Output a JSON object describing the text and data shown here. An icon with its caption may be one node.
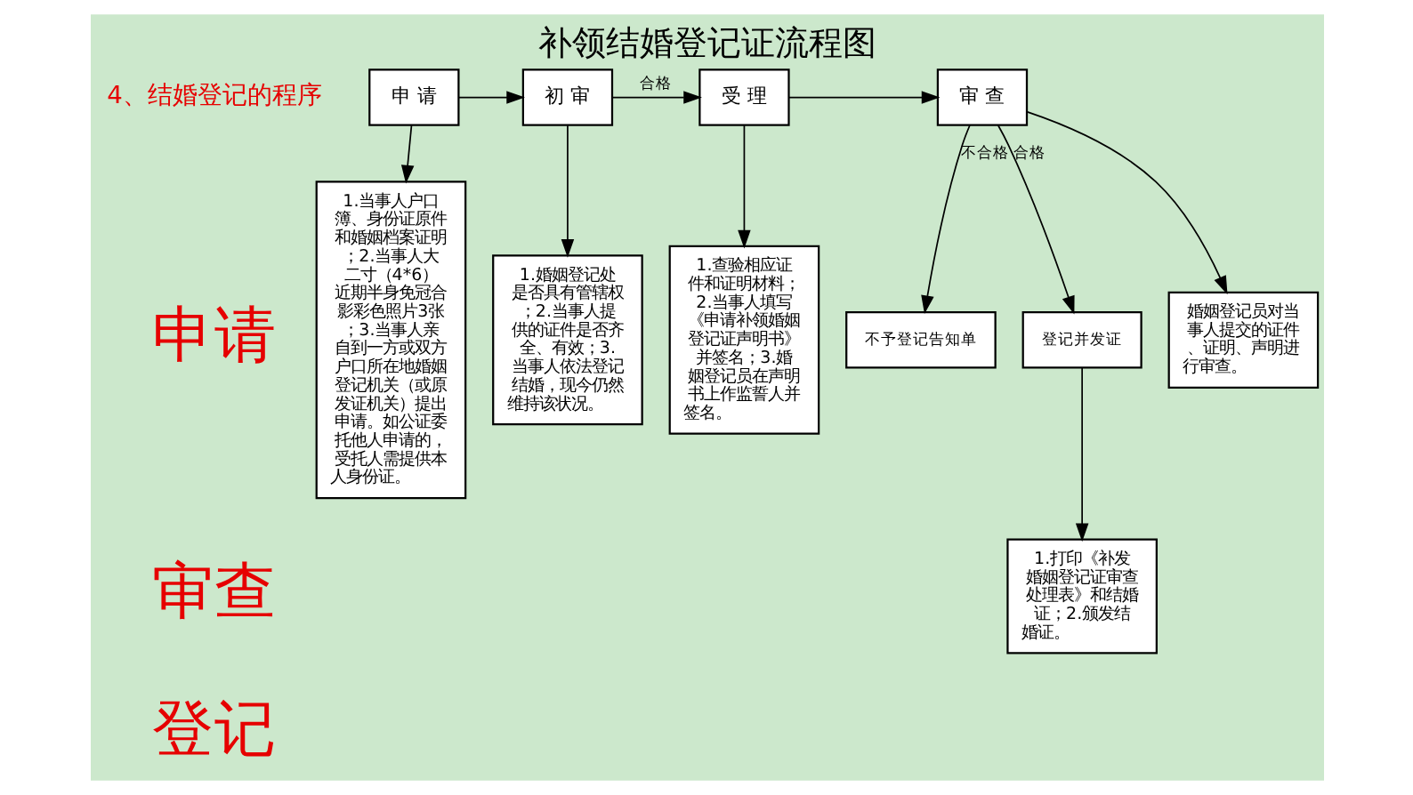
{
  "diagram": {
    "title": "补领结婚登记证流程图",
    "nodes": [
      {
        "text": [
          "申 请"
        ]
      },
      {
        "text": [
          "初 审"
        ]
      },
      {
        "text": [
          "受 理"
        ]
      },
      {
        "text": [
          "审 查"
        ]
      },
      {
        "text": [
          "不予登记告知单"
        ]
      },
      {
        "text": [
          "登记并发证"
        ]
      },
      {
        "text": [
          "1.当事人户口簿、身份证原件和婚姻档案证明；2.当事人大二寸（4*6）近期半身免冠合影彩色照片3张；3.当事人亲自到一方或双方户口所在地婚姻登记机关（或原发证机关）提出申请。如公证委托他人申请的，受托人需提供本人身份证。"
        ]
      },
      {
        "text": [
          "1.婚姻登记处是否具有管辖权；2.当事人提供的证件是否齐全、有效；3.当事人依法登记结婚，现今仍然维持该状况。"
        ]
      },
      {
        "text": [
          "1.查验相应证件和证明材料；2.当事人填写《申请补领婚姻登记证声明书》并签名；3.婚姻登记员在声明书上作监誓人并签名。"
        ]
      },
      {
        "text": [
          "婚姻登记员对当事人提交的证件、证明、声明进行审查。"
        ]
      },
      {
        "text": [
          "1.打印《补发婚姻登记证审查处理表》和结婚证；2.颁发结婚证。"
        ]
      }
    ],
    "edges": [
      {
        "from": 0,
        "to": 1,
        "arrow": "to"
      },
      {
        "from": 1,
        "to": 2,
        "arrow": "to",
        "label": "合格"
      },
      {
        "from": 2,
        "to": 3,
        "arrow": "to"
      },
      {
        "from": 3,
        "to": 4,
        "arrow": "to",
        "label": "不合格"
      },
      {
        "from": 3,
        "to": 5,
        "arrow": "to",
        "label": "合格"
      },
      {
        "from": 0,
        "to": 6,
        "arrow": "to"
      },
      {
        "from": 1,
        "to": 7,
        "arrow": "to"
      },
      {
        "from": 2,
        "to": 8,
        "arrow": "to"
      },
      {
        "from": 3,
        "to": 9,
        "arrow": "to"
      },
      {
        "from": 5,
        "to": 10,
        "arrow": "to"
      }
    ],
    "labels": [
      "4、结婚登记的程序",
      "申请",
      "审查",
      "登记"
    ]
  }
}
